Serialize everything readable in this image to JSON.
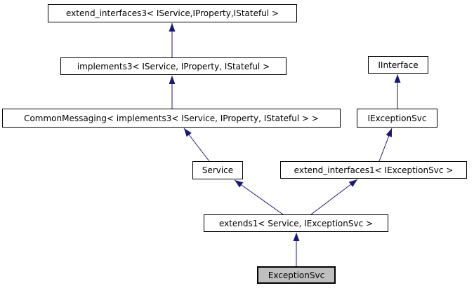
{
  "diagram": {
    "type": "class-inheritance-graph",
    "background_color": "#ffffff",
    "edge_color": "#191970",
    "node_border_color": "#000000",
    "node_fill_color": "#ffffff",
    "highlight_fill_color": "#bfbfbf",
    "nodes": [
      {
        "id": "extend_interfaces3",
        "label": "extend_interfaces3< IService,IProperty,IStateful >",
        "highlighted": false
      },
      {
        "id": "implements3",
        "label": "implements3< IService, IProperty, IStateful >",
        "highlighted": false
      },
      {
        "id": "CommonMessaging",
        "label": "CommonMessaging< implements3< IService, IProperty, IStateful > >",
        "highlighted": false
      },
      {
        "id": "IInterface",
        "label": "IInterface",
        "highlighted": false
      },
      {
        "id": "IExceptionSvc",
        "label": "IExceptionSvc",
        "highlighted": false
      },
      {
        "id": "Service",
        "label": "Service",
        "highlighted": false
      },
      {
        "id": "extend_interfaces1",
        "label": "extend_interfaces1< IExceptionSvc >",
        "highlighted": false
      },
      {
        "id": "extends1",
        "label": "extends1< Service, IExceptionSvc >",
        "highlighted": false
      },
      {
        "id": "ExceptionSvc",
        "label": "ExceptionSvc",
        "highlighted": true
      }
    ],
    "edges": [
      {
        "from": "implements3",
        "to": "extend_interfaces3"
      },
      {
        "from": "CommonMessaging",
        "to": "implements3"
      },
      {
        "from": "Service",
        "to": "CommonMessaging"
      },
      {
        "from": "IExceptionSvc",
        "to": "IInterface"
      },
      {
        "from": "extend_interfaces1",
        "to": "IExceptionSvc"
      },
      {
        "from": "extends1",
        "to": "Service"
      },
      {
        "from": "extends1",
        "to": "extend_interfaces1"
      },
      {
        "from": "ExceptionSvc",
        "to": "extends1"
      }
    ]
  }
}
